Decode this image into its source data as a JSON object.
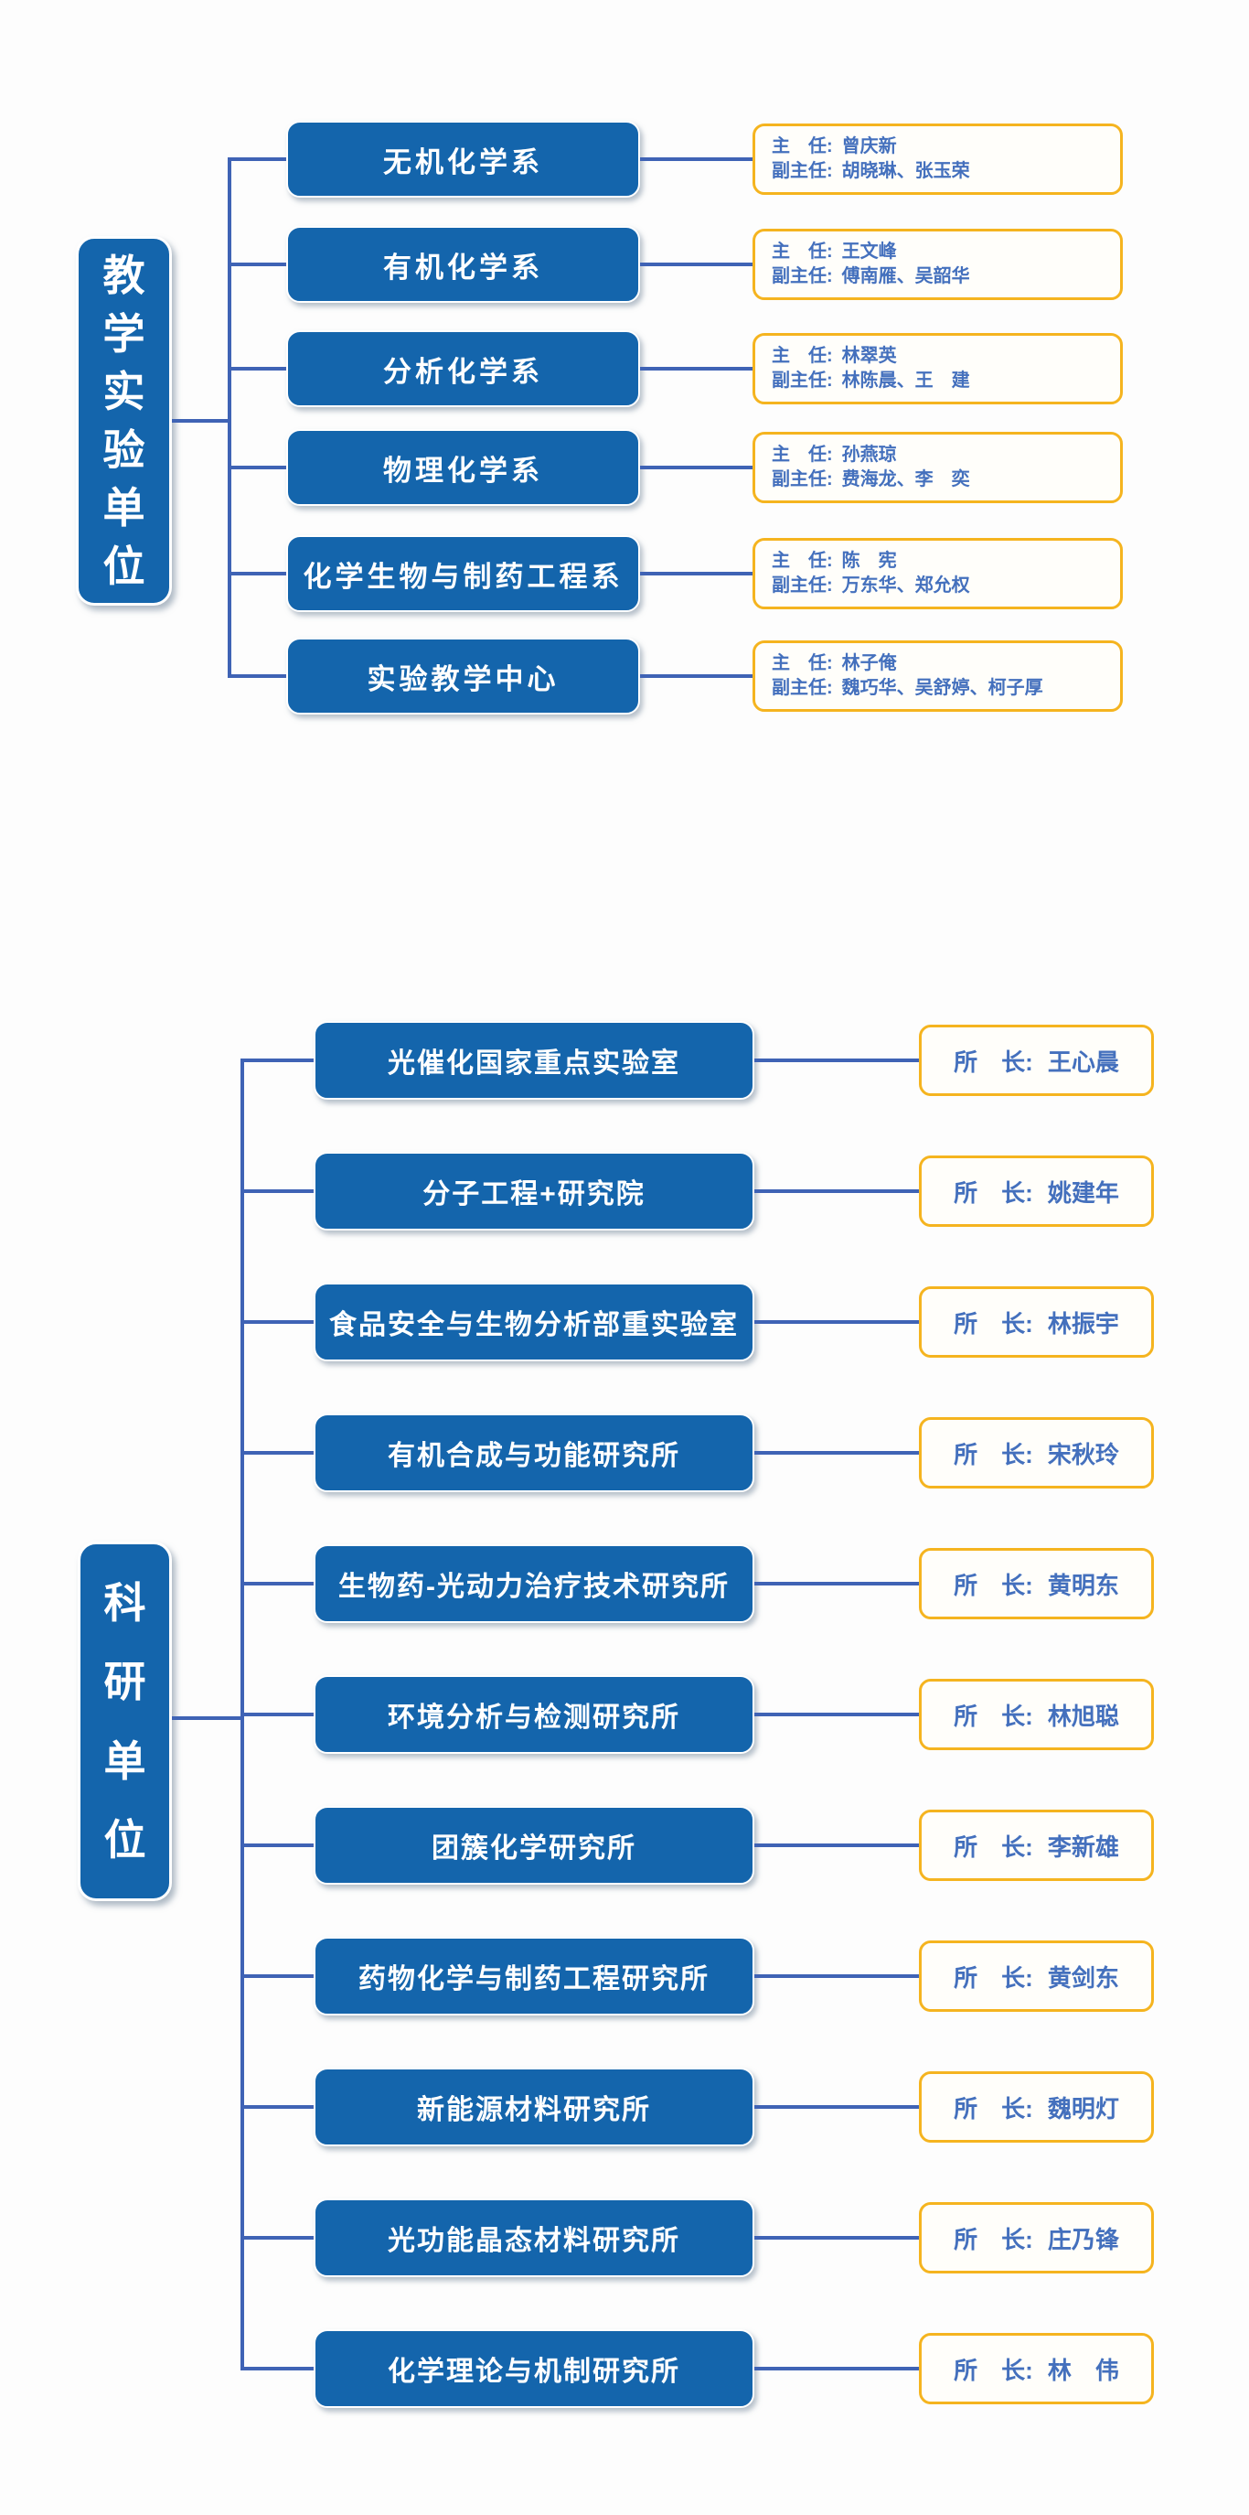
{
  "colors": {
    "node_blue": "#1465ac",
    "connector_blue": "#3f63b5",
    "gold_border": "#f5b41f",
    "info_text_blue": "#4470bd",
    "node_text": "#ffffff"
  },
  "teaching": {
    "title": "教学实验单位",
    "title_chars": [
      "教",
      "学",
      "实",
      "验",
      "单",
      "位"
    ],
    "rows": [
      {
        "unit": "无机化学系",
        "lines": [
          {
            "role": "主　任:",
            "names": "曾庆新"
          },
          {
            "role": "副主任:",
            "names": "胡晓琳、张玉荣"
          }
        ]
      },
      {
        "unit": "有机化学系",
        "lines": [
          {
            "role": "主　任:",
            "names": "王文峰"
          },
          {
            "role": "副主任:",
            "names": "傅南雁、吴韶华"
          }
        ]
      },
      {
        "unit": "分析化学系",
        "lines": [
          {
            "role": "主　任:",
            "names": "林翠英"
          },
          {
            "role": "副主任:",
            "names": "林陈晨、王　建"
          }
        ]
      },
      {
        "unit": "物理化学系",
        "lines": [
          {
            "role": "主　任:",
            "names": "孙燕琼"
          },
          {
            "role": "副主任:",
            "names": "费海龙、李　奕"
          }
        ]
      },
      {
        "unit": "化学生物与制药工程系",
        "lines": [
          {
            "role": "主　任:",
            "names": "陈　宪"
          },
          {
            "role": "副主任:",
            "names": "万东华、郑允权"
          }
        ]
      },
      {
        "unit": "实验教学中心",
        "lines": [
          {
            "role": "主　任:",
            "names": "林子俺"
          },
          {
            "role": "副主任:",
            "names": "魏巧华、吴舒婷、柯子厚"
          }
        ]
      }
    ]
  },
  "research": {
    "title": "科研单位",
    "title_chars": [
      "科",
      "研",
      "单",
      "位"
    ],
    "leader_label": "所　长:",
    "rows": [
      {
        "unit": "光催化国家重点实验室",
        "leader": "王心晨"
      },
      {
        "unit": "分子工程+研究院",
        "leader": "姚建年"
      },
      {
        "unit": "食品安全与生物分析部重实验室",
        "leader": "林振宇"
      },
      {
        "unit": "有机合成与功能研究所",
        "leader": "宋秋玲"
      },
      {
        "unit": "生物药-光动力治疗技术研究所",
        "leader": "黄明东"
      },
      {
        "unit": "环境分析与检测研究所",
        "leader": "林旭聪"
      },
      {
        "unit": "团簇化学研究所",
        "leader": "李新雄"
      },
      {
        "unit": "药物化学与制药工程研究所",
        "leader": "黄剑东"
      },
      {
        "unit": "新能源材料研究所",
        "leader": "魏明灯"
      },
      {
        "unit": "光功能晶态材料研究所",
        "leader": "庄乃锋"
      },
      {
        "unit": "化学理论与机制研究所",
        "leader": "林　伟"
      }
    ]
  }
}
